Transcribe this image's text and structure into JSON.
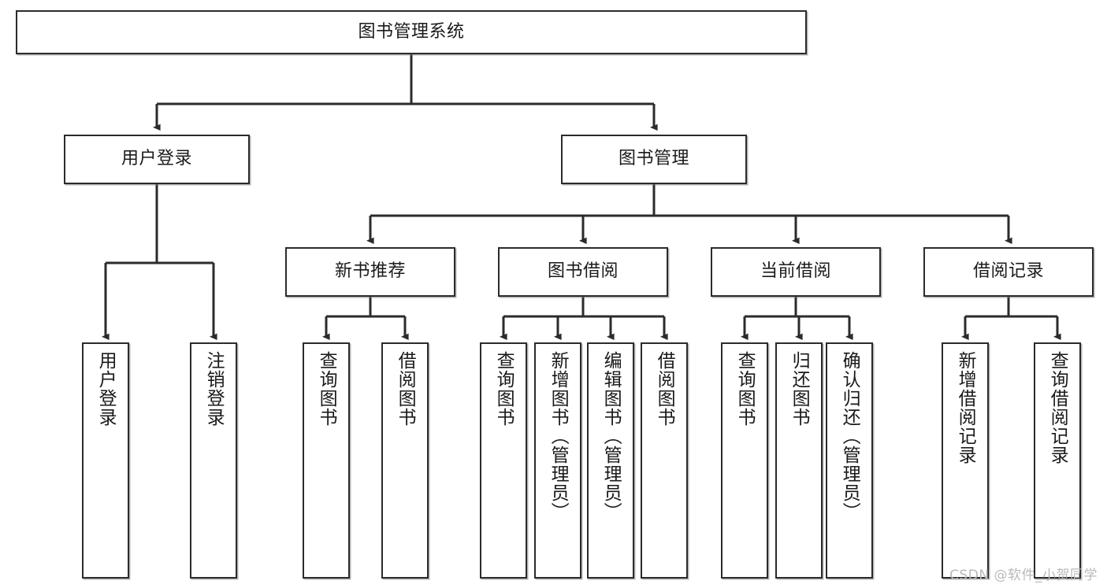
{
  "diagram": {
    "title": "图书管理系统",
    "type": "tree-hierarchy",
    "watermark": "CSDN @软件_小贺同学",
    "colors": {
      "box_border": "#2b2b2b",
      "box_fill": "#ffffff",
      "edge": "#2b2b2b",
      "text": "#1a1a1a",
      "watermark": "#b9b9b9",
      "background": "#ffffff"
    },
    "nodes": {
      "root": {
        "label": "图书管理系统"
      },
      "level2": [
        {
          "id": "user-login",
          "label": "用户登录"
        },
        {
          "id": "book-manage",
          "label": "图书管理"
        }
      ],
      "level3": [
        {
          "id": "new-book-rec",
          "label": "新书推荐"
        },
        {
          "id": "book-borrow",
          "label": "图书借阅"
        },
        {
          "id": "current-borrow",
          "label": "当前借阅"
        },
        {
          "id": "borrow-record",
          "label": "借阅记录"
        }
      ],
      "leaves": {
        "user-login": [
          {
            "id": "leaf-user-login",
            "label": "用户登录"
          },
          {
            "id": "leaf-logout-login",
            "label": "注销登录"
          }
        ],
        "new-book-rec": [
          {
            "id": "leaf-query-book-1",
            "label": "查询图书"
          },
          {
            "id": "leaf-borrow-book-1",
            "label": "借阅图书"
          }
        ],
        "book-borrow": [
          {
            "id": "leaf-query-book-2",
            "label": "查询图书"
          },
          {
            "id": "leaf-add-book",
            "label": "新增图书（管理员）"
          },
          {
            "id": "leaf-edit-book",
            "label": "编辑图书（管理员）"
          },
          {
            "id": "leaf-borrow-book-2",
            "label": "借阅图书"
          }
        ],
        "current-borrow": [
          {
            "id": "leaf-query-book-3",
            "label": "查询图书"
          },
          {
            "id": "leaf-return-book",
            "label": "归还图书"
          },
          {
            "id": "leaf-confirm-return",
            "label": "确认归还（管理员）"
          }
        ],
        "borrow-record": [
          {
            "id": "leaf-add-record",
            "label": "新增借阅记录"
          },
          {
            "id": "leaf-query-record",
            "label": "查询借阅记录"
          }
        ]
      }
    }
  }
}
